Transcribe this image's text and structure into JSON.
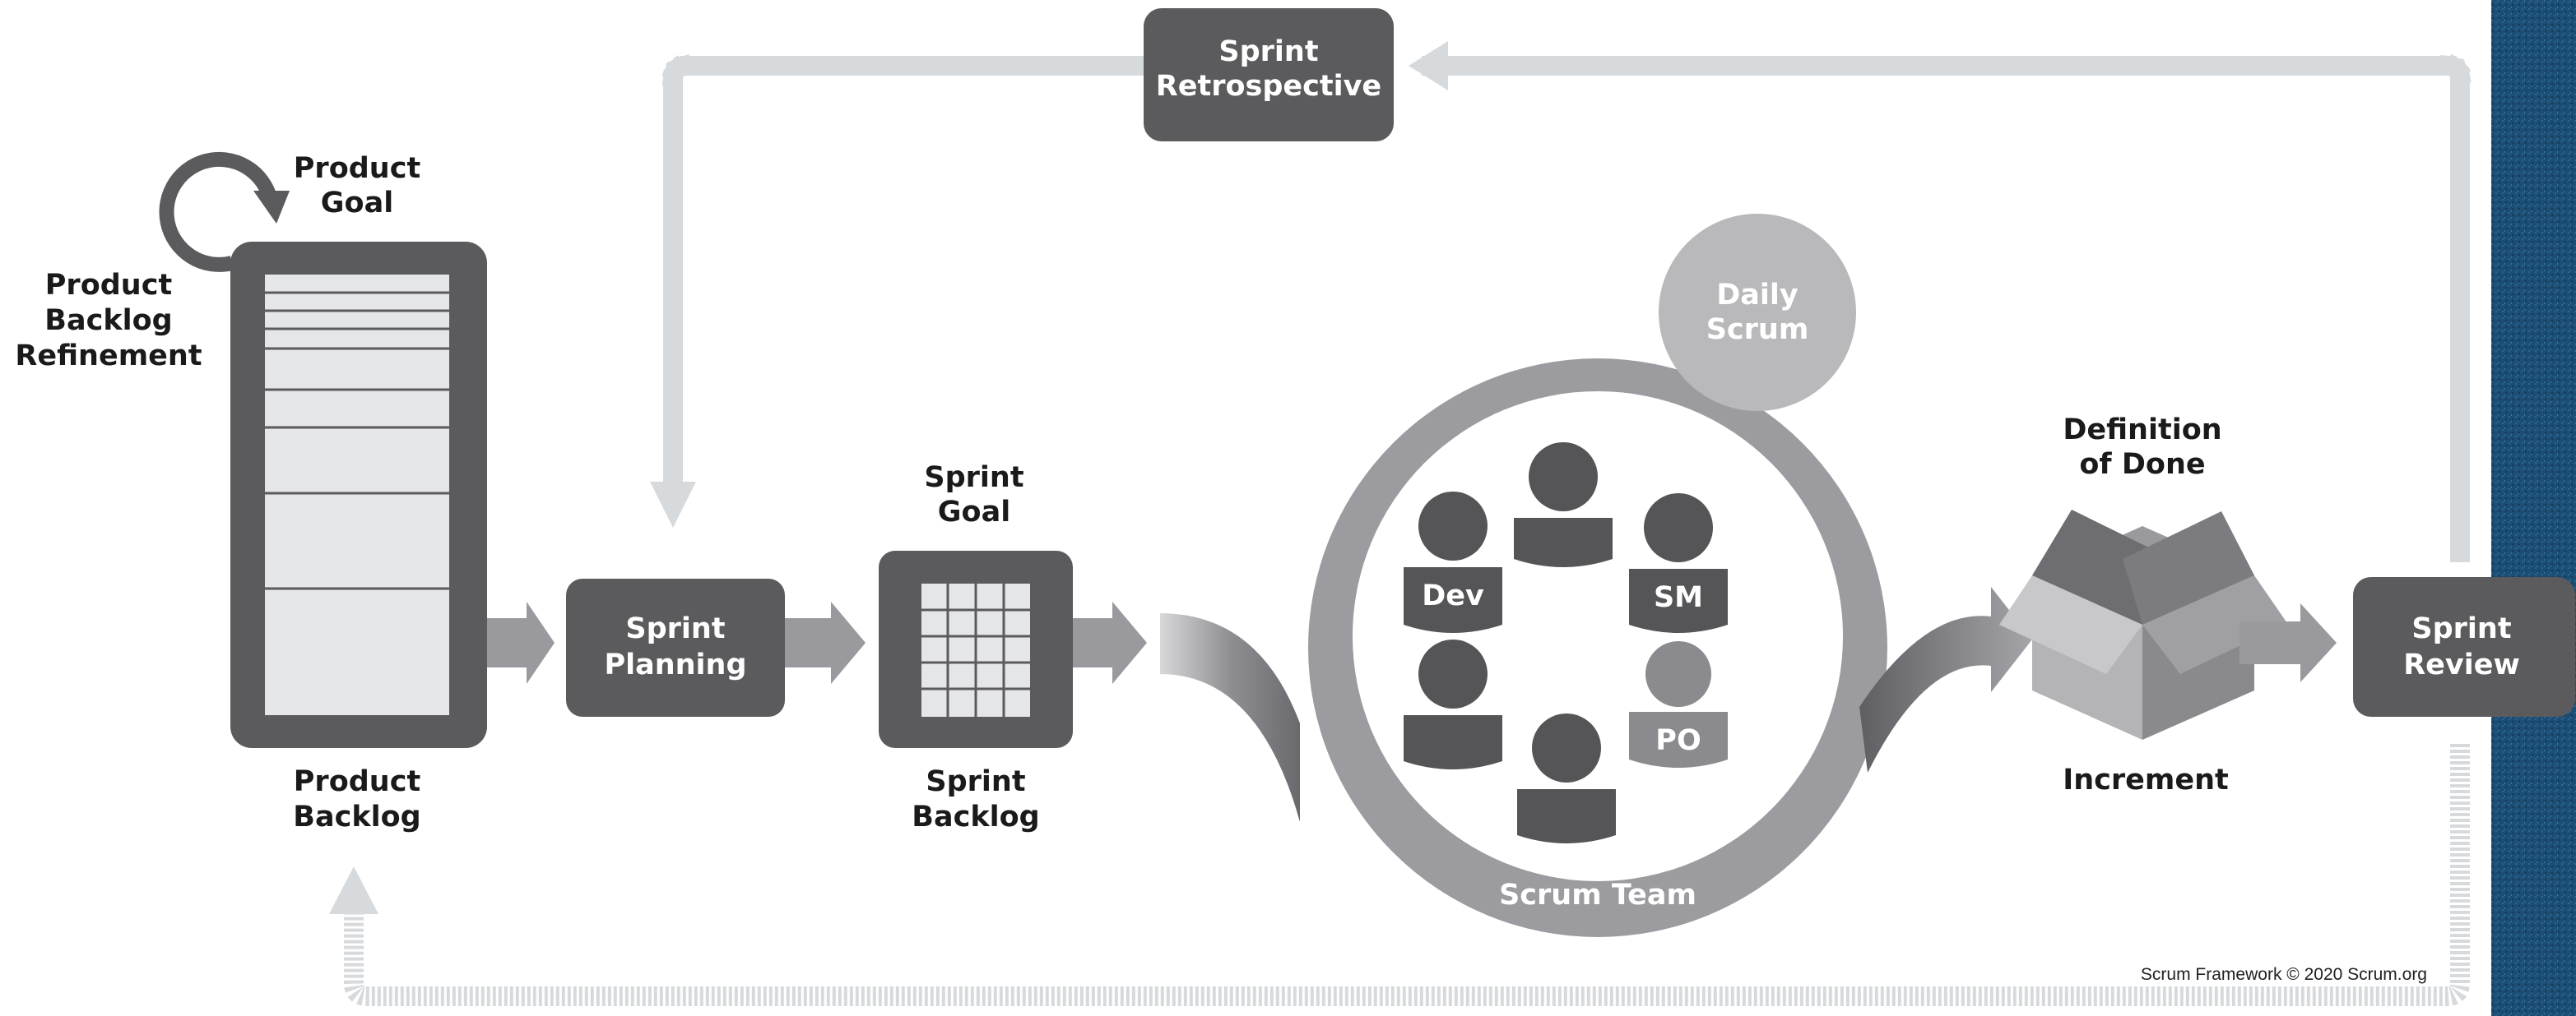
{
  "labels": {
    "product_goal": [
      "Product",
      "Goal"
    ],
    "product_backlog_refinement": [
      "Product",
      "Backlog",
      "Refinement"
    ],
    "product_backlog": [
      "Product",
      "Backlog"
    ],
    "sprint_planning": [
      "Sprint",
      "Planning"
    ],
    "sprint_goal": [
      "Sprint",
      "Goal"
    ],
    "sprint_backlog": [
      "Sprint",
      "Backlog"
    ],
    "sprint_retrospective": [
      "Sprint",
      "Retrospective"
    ],
    "daily_scrum": [
      "Daily",
      "Scrum"
    ],
    "scrum_team": "Scrum Team",
    "dev_1": "Dev",
    "sm": "SM",
    "po": "PO",
    "definition_of_done": [
      "Definition",
      "of Done"
    ],
    "increment": "Increment",
    "sprint_review": [
      "Sprint",
      "Review"
    ],
    "copyright": "Scrum Framework © 2020 Scrum.org"
  },
  "colors": {
    "box_dark": "#5b5b5e",
    "arrow_light": "#d6d9dc",
    "circle_ring": "#9c9ca0",
    "circle_inner": "#ffffff",
    "person_dark": "#555558",
    "person_po": "#8b8b8f",
    "daily_scrum": "#b9b9bc",
    "backlog_fill": "#e4e6e8",
    "blue_panel": "#1c4e74"
  },
  "icons": [
    "refresh-icon",
    "person-icon",
    "box-icon",
    "arrow-icon"
  ]
}
